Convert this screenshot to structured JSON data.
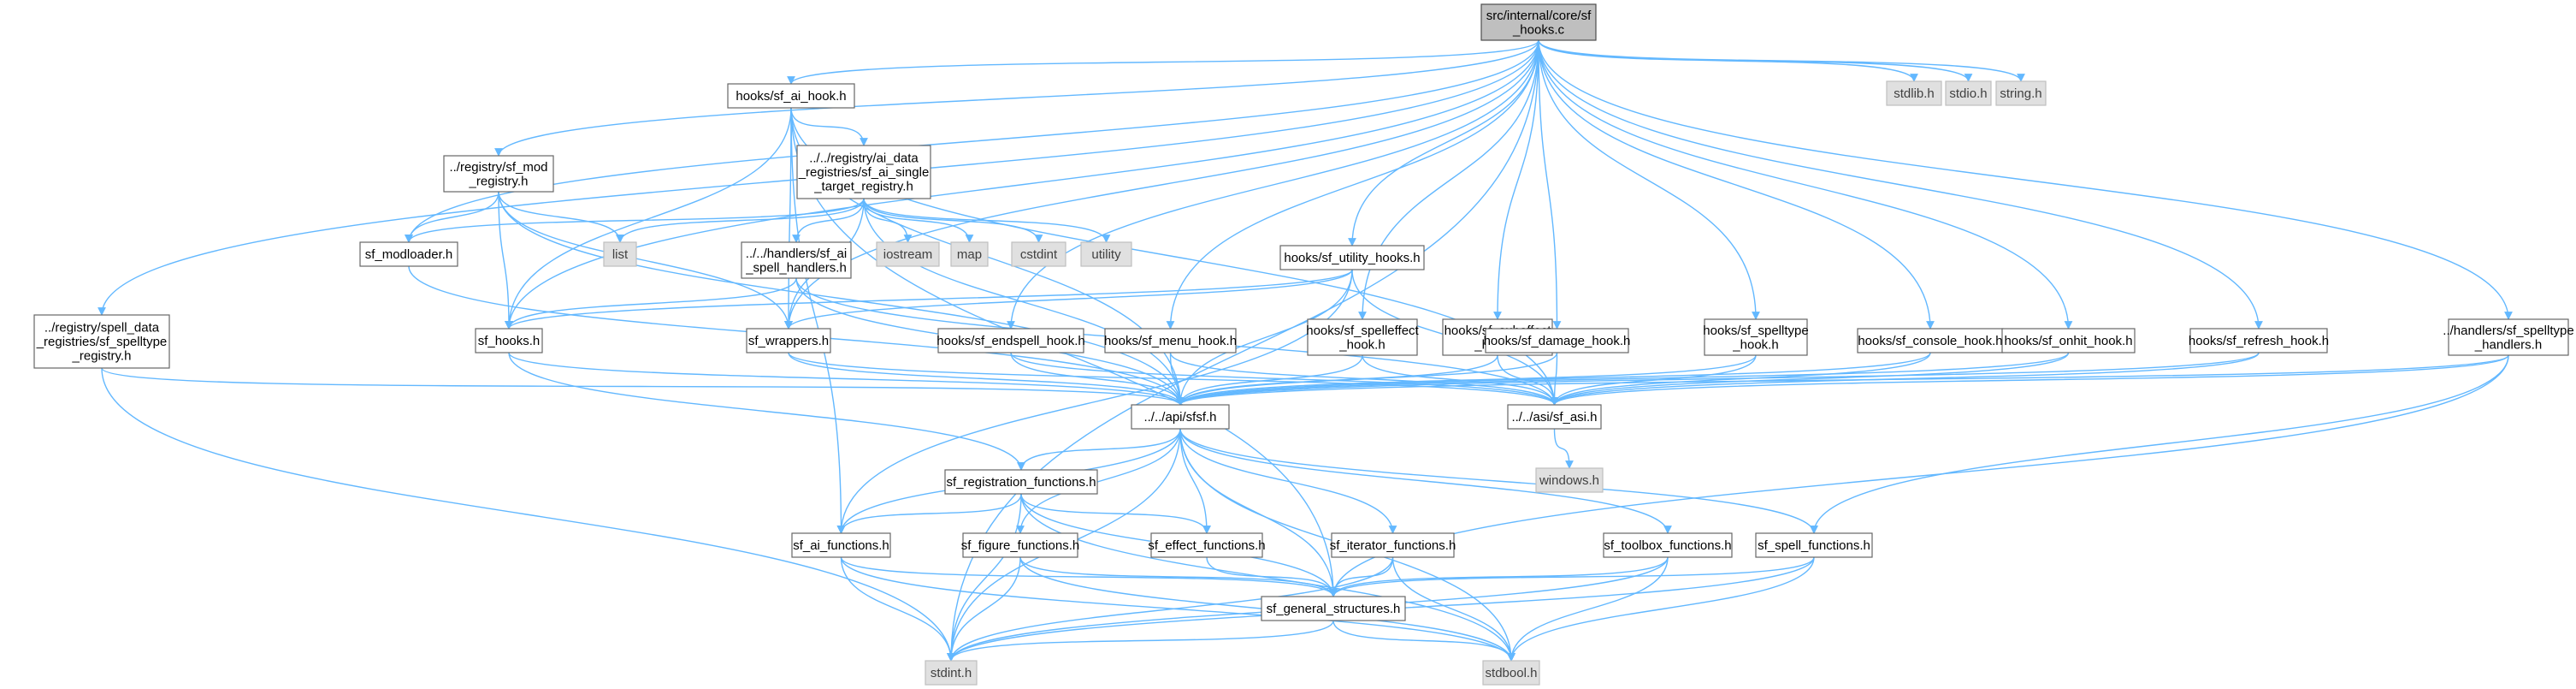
{
  "graph": {
    "colors": {
      "edge": "#63b8ff",
      "primary": "#bfbfbf",
      "local": "#ffffff",
      "system": "#e0e0e0"
    },
    "nodes": {
      "root": [
        "src/internal/core/sf",
        "_hooks.c"
      ],
      "stdlib": [
        "stdlib.h"
      ],
      "stdio": [
        "stdio.h"
      ],
      "string": [
        "string.h"
      ],
      "ai_hook": [
        "hooks/sf_ai_hook.h"
      ],
      "mod_registry": [
        "../registry/sf_mod",
        "_registry.h"
      ],
      "ai_single": [
        "../../registry/ai_data",
        "_registries/sf_ai_single",
        "_target_registry.h"
      ],
      "spell_registry": [
        "../registry/spell_data",
        "_registries/sf_spelltype",
        "_registry.h"
      ],
      "list": [
        "list"
      ],
      "iostream": [
        "iostream"
      ],
      "map": [
        "map"
      ],
      "cstdint": [
        "cstdint"
      ],
      "utility": [
        "utility"
      ],
      "modloader": [
        "sf_modloader.h"
      ],
      "ai_spell_handlers": [
        "../../handlers/sf_ai",
        "_spell_handlers.h"
      ],
      "utility_hooks": [
        "hooks/sf_utility_hooks.h"
      ],
      "sf_hooks": [
        "sf_hooks.h"
      ],
      "wrappers": [
        "sf_wrappers.h"
      ],
      "endspell": [
        "hooks/sf_endspell_hook.h"
      ],
      "menu": [
        "hooks/sf_menu_hook.h"
      ],
      "spelleffect": [
        "hooks/sf_spelleffect",
        "_hook.h"
      ],
      "subeffect": [
        "hooks/sf_subeffect",
        "_hook.h"
      ],
      "damage": [
        "hooks/sf_damage_hook.h"
      ],
      "spelltype_hook": [
        "hooks/sf_spelltype",
        "_hook.h"
      ],
      "console": [
        "hooks/sf_console_hook.h"
      ],
      "onhit": [
        "hooks/sf_onhit_hook.h"
      ],
      "refresh": [
        "hooks/sf_refresh_hook.h"
      ],
      "spelltype_handlers": [
        "../handlers/sf_spelltype",
        "_handlers.h"
      ],
      "sfsf": [
        "../../api/sfsf.h"
      ],
      "sf_asi": [
        "../../asi/sf_asi.h"
      ],
      "windows": [
        "windows.h"
      ],
      "registration": [
        "sf_registration_functions.h"
      ],
      "ai_functions": [
        "sf_ai_functions.h"
      ],
      "figure": [
        "sf_figure_functions.h"
      ],
      "effect": [
        "sf_effect_functions.h"
      ],
      "iterator": [
        "sf_iterator_functions.h"
      ],
      "toolbox": [
        "sf_toolbox_functions.h"
      ],
      "spell_functions": [
        "sf_spell_functions.h"
      ],
      "general": [
        "sf_general_structures.h"
      ],
      "stdint": [
        "stdint.h"
      ],
      "stdbool": [
        "stdbool.h"
      ]
    },
    "edges": [
      [
        "root",
        "stdlib"
      ],
      [
        "root",
        "stdio"
      ],
      [
        "root",
        "string"
      ],
      [
        "root",
        "ai_hook"
      ],
      [
        "root",
        "mod_registry"
      ],
      [
        "root",
        "spell_registry"
      ],
      [
        "root",
        "modloader"
      ],
      [
        "root",
        "utility_hooks"
      ],
      [
        "root",
        "sf_hooks"
      ],
      [
        "root",
        "wrappers"
      ],
      [
        "root",
        "endspell"
      ],
      [
        "root",
        "menu"
      ],
      [
        "root",
        "spelleffect"
      ],
      [
        "root",
        "subeffect"
      ],
      [
        "root",
        "damage"
      ],
      [
        "root",
        "spelltype_hook"
      ],
      [
        "root",
        "console"
      ],
      [
        "root",
        "onhit"
      ],
      [
        "root",
        "refresh"
      ],
      [
        "root",
        "spelltype_handlers"
      ],
      [
        "root",
        "stdint"
      ],
      [
        "ai_hook",
        "ai_single"
      ],
      [
        "ai_hook",
        "sf_hooks"
      ],
      [
        "ai_hook",
        "wrappers"
      ],
      [
        "ai_hook",
        "sfsf"
      ],
      [
        "ai_hook",
        "sf_asi"
      ],
      [
        "ai_hook",
        "ai_functions"
      ],
      [
        "ai_hook",
        "general"
      ],
      [
        "mod_registry",
        "list"
      ],
      [
        "mod_registry",
        "modloader"
      ],
      [
        "mod_registry",
        "sf_hooks"
      ],
      [
        "mod_registry",
        "wrappers"
      ],
      [
        "mod_registry",
        "sfsf"
      ],
      [
        "ai_single",
        "list"
      ],
      [
        "ai_single",
        "iostream"
      ],
      [
        "ai_single",
        "map"
      ],
      [
        "ai_single",
        "cstdint"
      ],
      [
        "ai_single",
        "utility"
      ],
      [
        "ai_single",
        "modloader"
      ],
      [
        "ai_single",
        "ai_spell_handlers"
      ],
      [
        "ai_single",
        "wrappers"
      ],
      [
        "ai_single",
        "sfsf"
      ],
      [
        "spell_registry",
        "sfsf"
      ],
      [
        "spell_registry",
        "stdint"
      ],
      [
        "modloader",
        "sfsf"
      ],
      [
        "ai_spell_handlers",
        "sf_hooks"
      ],
      [
        "ai_spell_handlers",
        "sfsf"
      ],
      [
        "ai_spell_handlers",
        "sf_asi"
      ],
      [
        "utility_hooks",
        "sf_hooks"
      ],
      [
        "utility_hooks",
        "wrappers"
      ],
      [
        "utility_hooks",
        "sfsf"
      ],
      [
        "utility_hooks",
        "sf_asi"
      ],
      [
        "utility_hooks",
        "ai_functions"
      ],
      [
        "sf_hooks",
        "sfsf"
      ],
      [
        "sf_hooks",
        "registration"
      ],
      [
        "wrappers",
        "sfsf"
      ],
      [
        "wrappers",
        "sf_asi"
      ],
      [
        "endspell",
        "sfsf"
      ],
      [
        "endspell",
        "sf_asi"
      ],
      [
        "menu",
        "sfsf"
      ],
      [
        "menu",
        "sf_asi"
      ],
      [
        "spelleffect",
        "sfsf"
      ],
      [
        "spelleffect",
        "sf_asi"
      ],
      [
        "subeffect",
        "sfsf"
      ],
      [
        "subeffect",
        "sf_asi"
      ],
      [
        "damage",
        "sfsf"
      ],
      [
        "damage",
        "sf_asi"
      ],
      [
        "spelltype_hook",
        "sfsf"
      ],
      [
        "spelltype_hook",
        "sf_asi"
      ],
      [
        "console",
        "sfsf"
      ],
      [
        "console",
        "sf_asi"
      ],
      [
        "onhit",
        "sfsf"
      ],
      [
        "onhit",
        "sf_asi"
      ],
      [
        "refresh",
        "sfsf"
      ],
      [
        "refresh",
        "sf_asi"
      ],
      [
        "spelltype_handlers",
        "sfsf"
      ],
      [
        "spelltype_handlers",
        "sf_asi"
      ],
      [
        "spelltype_handlers",
        "spell_functions"
      ],
      [
        "spelltype_handlers",
        "general"
      ],
      [
        "sf_asi",
        "windows"
      ],
      [
        "sfsf",
        "registration"
      ],
      [
        "sfsf",
        "ai_functions"
      ],
      [
        "sfsf",
        "figure"
      ],
      [
        "sfsf",
        "effect"
      ],
      [
        "sfsf",
        "iterator"
      ],
      [
        "sfsf",
        "toolbox"
      ],
      [
        "sfsf",
        "spell_functions"
      ],
      [
        "sfsf",
        "general"
      ],
      [
        "sfsf",
        "stdint"
      ],
      [
        "sfsf",
        "stdbool"
      ],
      [
        "registration",
        "ai_functions"
      ],
      [
        "registration",
        "effect"
      ],
      [
        "registration",
        "general"
      ],
      [
        "registration",
        "stdint"
      ],
      [
        "registration",
        "stdbool"
      ],
      [
        "ai_functions",
        "general"
      ],
      [
        "ai_functions",
        "stdint"
      ],
      [
        "ai_functions",
        "stdbool"
      ],
      [
        "figure",
        "general"
      ],
      [
        "figure",
        "stdint"
      ],
      [
        "figure",
        "stdbool"
      ],
      [
        "effect",
        "general"
      ],
      [
        "iterator",
        "general"
      ],
      [
        "iterator",
        "stdint"
      ],
      [
        "iterator",
        "stdbool"
      ],
      [
        "toolbox",
        "general"
      ],
      [
        "toolbox",
        "stdint"
      ],
      [
        "toolbox",
        "stdbool"
      ],
      [
        "spell_functions",
        "general"
      ],
      [
        "spell_functions",
        "stdint"
      ],
      [
        "spell_functions",
        "stdbool"
      ],
      [
        "general",
        "stdint"
      ],
      [
        "general",
        "stdbool"
      ]
    ]
  }
}
